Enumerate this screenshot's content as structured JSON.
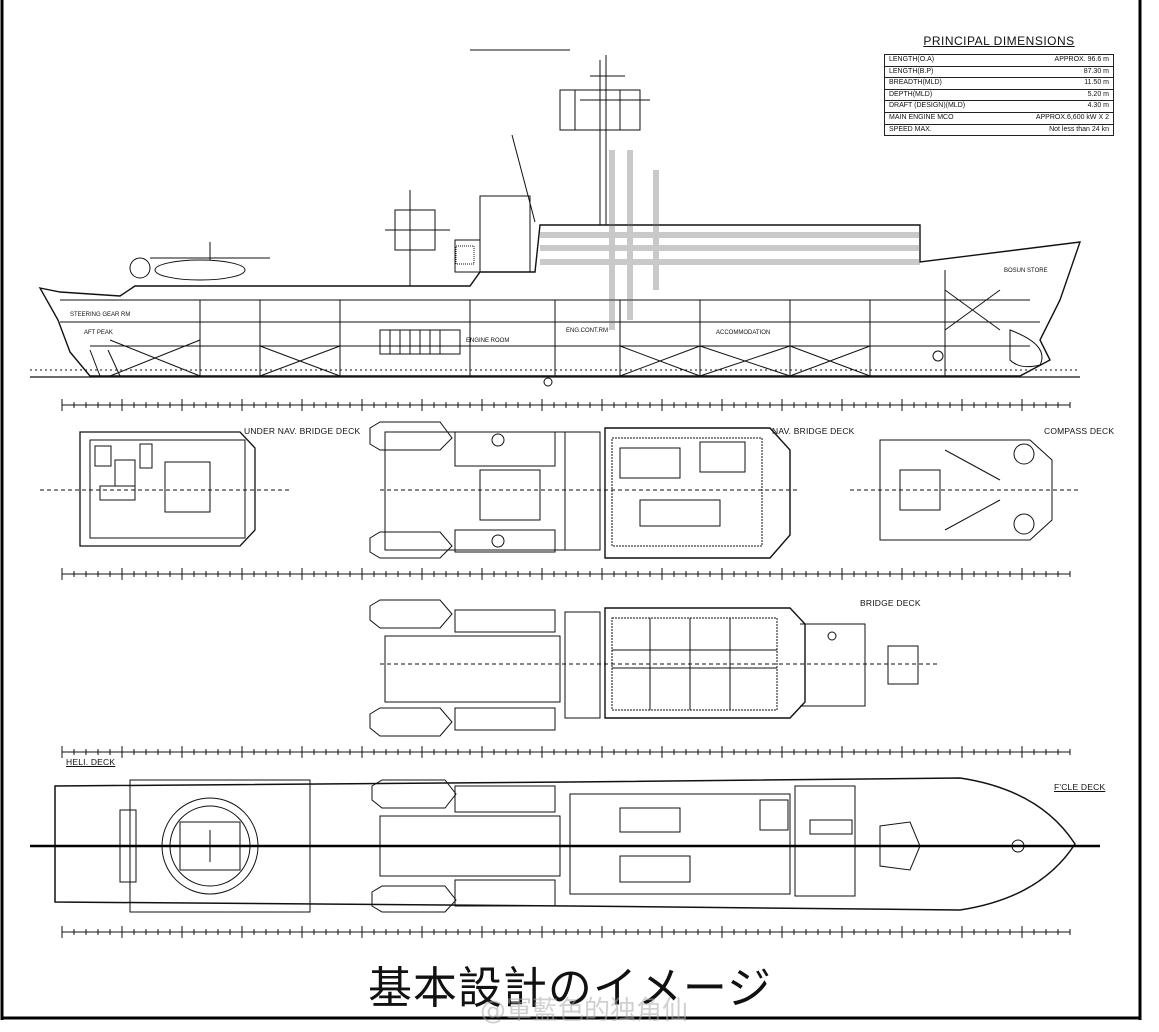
{
  "principal_dimensions": {
    "title": "PRINCIPAL DIMENSIONS",
    "rows": [
      {
        "label": "LENGTH(O.A)",
        "value": "APPROX. 96.6  m"
      },
      {
        "label": "LENGTH(B.P)",
        "value": "87.30  m"
      },
      {
        "label": "BREADTH(MLD)",
        "value": "11.50  m"
      },
      {
        "label": "DEPTH(MLD)",
        "value": "5.20  m"
      },
      {
        "label": "DRAFT (DESIGN)(MLD)",
        "value": "4.30  m"
      },
      {
        "label": "MAIN ENGINE MCO",
        "value": "APPROX.6,600 kW X 2"
      },
      {
        "label": "SPEED MAX.",
        "value": "Not less than 24 kn"
      }
    ]
  },
  "deck_labels": {
    "under_nav_bridge": "UNDER NAV. BRIDGE DECK",
    "nav_bridge": "NAV. BRIDGE DECK",
    "compass": "COMPASS DECK",
    "bridge": "BRIDGE DECK",
    "heli": "HELI. DECK",
    "fcle": "F'CLE DECK"
  },
  "profile_labels": {
    "steering_gear": "STEERING GEAR RM",
    "engine_room": "ENGINE ROOM",
    "eng_cont": "ENG.CONT.RM",
    "accommodation": "ACCOMMODATION",
    "bosun_store": "BOSUN STORE",
    "aft_peak": "AFT PEAK"
  },
  "caption": "基本設計のイメージ",
  "watermark": "@軍藍色的独角仙"
}
